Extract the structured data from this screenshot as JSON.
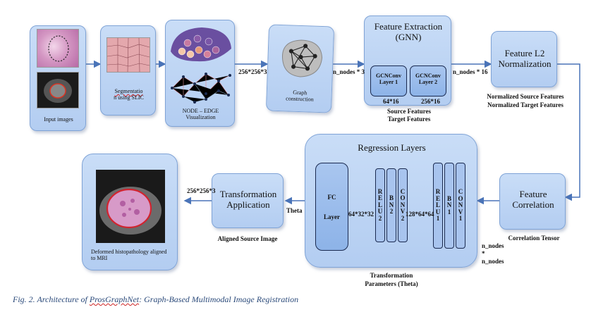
{
  "nodes": {
    "input": {
      "label": "Input images"
    },
    "segmentation": {
      "word1": "Segmentatio",
      "word2": "n using SLIC"
    },
    "visualization": {
      "label": "NODE – EDGE Visualization"
    },
    "graph": {
      "label": "Graph construction"
    },
    "feature_extraction": {
      "title": "Feature Extraction (GNN)",
      "gcn1": "GCNConv Layer 1",
      "gcn2": "GCNConv Layer 2",
      "dim1": "64*16",
      "dim2": "256*16",
      "output": "Source Features Target Features"
    },
    "l2": {
      "title": "Feature L2 Normalization",
      "output1": "Normalized Source Features",
      "output2": "Normalized Target Features"
    },
    "correlation": {
      "title": "Feature Correlation",
      "output": "Correlation Tensor"
    },
    "regression": {
      "title": "Regression Layers",
      "fc": "FC",
      "fc2": "Layer",
      "relu2": [
        "R",
        "E",
        "L",
        "U",
        "2"
      ],
      "bn2": [
        "B",
        "N",
        "2"
      ],
      "conv2": [
        "C",
        "O",
        "N",
        "V",
        "2"
      ],
      "relu1": [
        "R",
        "E",
        "L",
        "U",
        "1"
      ],
      "bn1": [
        "B",
        "N",
        "1"
      ],
      "conv1": [
        "C",
        "O",
        "N",
        "V",
        "1"
      ],
      "output1": "Transformation",
      "output2": "Parameters (Theta)"
    },
    "transformation": {
      "title": "Transformation Application",
      "output": "Aligned Source Image"
    },
    "deformed": {
      "label": "Deformed histopathology aligned to MRI"
    }
  },
  "edge_labels": {
    "viz_graph": "256*256*3",
    "graph_fe": "n_nodes * 3",
    "fe_l2": "n_nodes * 16",
    "corr": "n_nodes * n_nodes",
    "conv_relu": "128*64*64",
    "fc_in": "64*32*32",
    "theta": "Theta",
    "out": "256*256*3"
  },
  "caption": {
    "pre": "Fig. 2. Architecture of ",
    "name": "ProsGraphNet",
    "post": ": Graph-Based Multimodal Image Registration"
  },
  "colors": {
    "box": "#c9ddf7",
    "arrow": "#4a74b8",
    "caption": "#2b4a7a"
  }
}
